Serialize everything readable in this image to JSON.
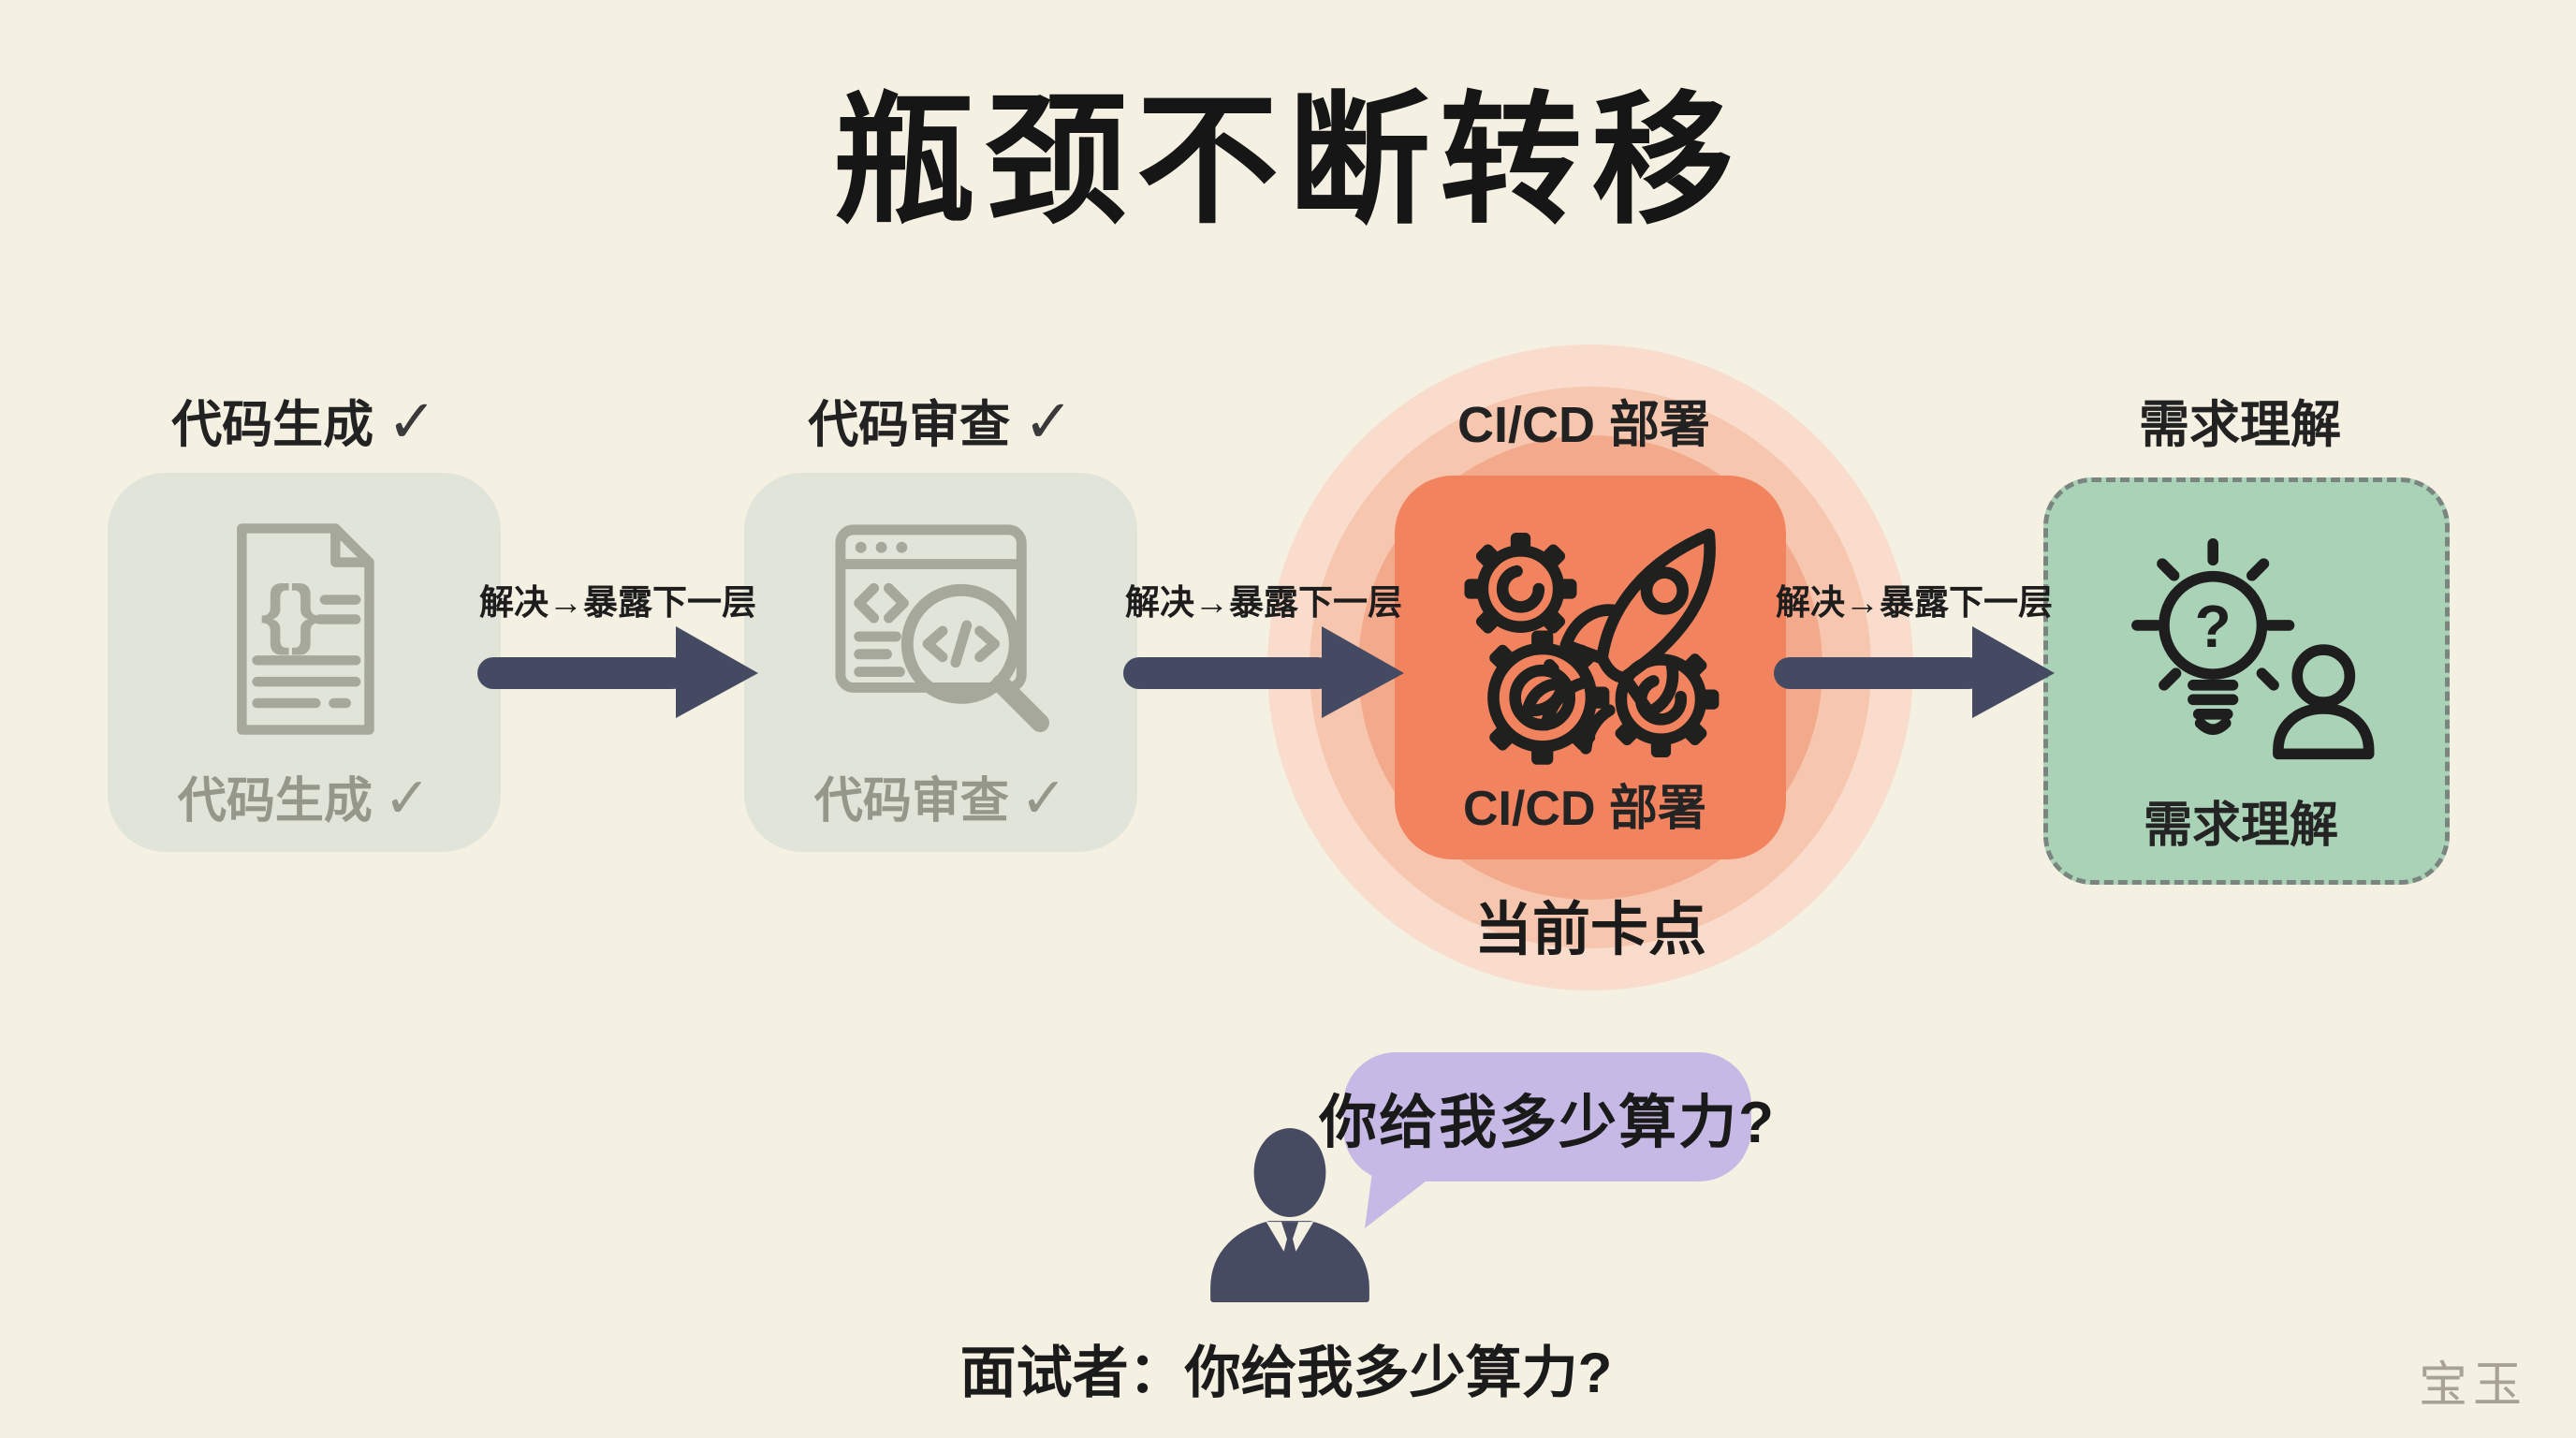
{
  "title": "瓶颈不断转移",
  "stages": [
    {
      "name": "code-generation",
      "title": "代码生成",
      "check": "✓",
      "label": "代码生成",
      "label_check": "✓"
    },
    {
      "name": "code-review",
      "title": "代码审查",
      "check": "✓",
      "label": "代码审查",
      "label_check": "✓"
    },
    {
      "name": "cicd-deploy",
      "title": "CI/CD 部署",
      "check": "",
      "label": "CI/CD 部署",
      "label_check": "",
      "status": "当前卡点"
    },
    {
      "name": "requirement-understanding",
      "title": "需求理解",
      "check": "",
      "label": "需求理解",
      "label_check": ""
    }
  ],
  "arrows": [
    {
      "label": "解决→暴露下一层"
    },
    {
      "label": "解决→暴露下一层"
    },
    {
      "label": "解决→暴露下一层"
    }
  ],
  "bubble": {
    "text": "你给我多少算力?"
  },
  "caption": "面试者：你给我多少算力?",
  "watermark": "宝玉",
  "colors": {
    "background": "#f4f0e2",
    "stage_done": "#e1e4d8",
    "stage_current": "#f2835f",
    "stage_next": "#a9d2b6",
    "halo_outer": "#f9dccb",
    "halo_mid": "#f6c6ae",
    "halo_inner": "#f3a98c",
    "arrow": "#454a63",
    "bubble": "#c7b9e6",
    "muted_icon": "#a6a89c",
    "muted_text": "#95978b",
    "ink": "#1c1c1c"
  }
}
